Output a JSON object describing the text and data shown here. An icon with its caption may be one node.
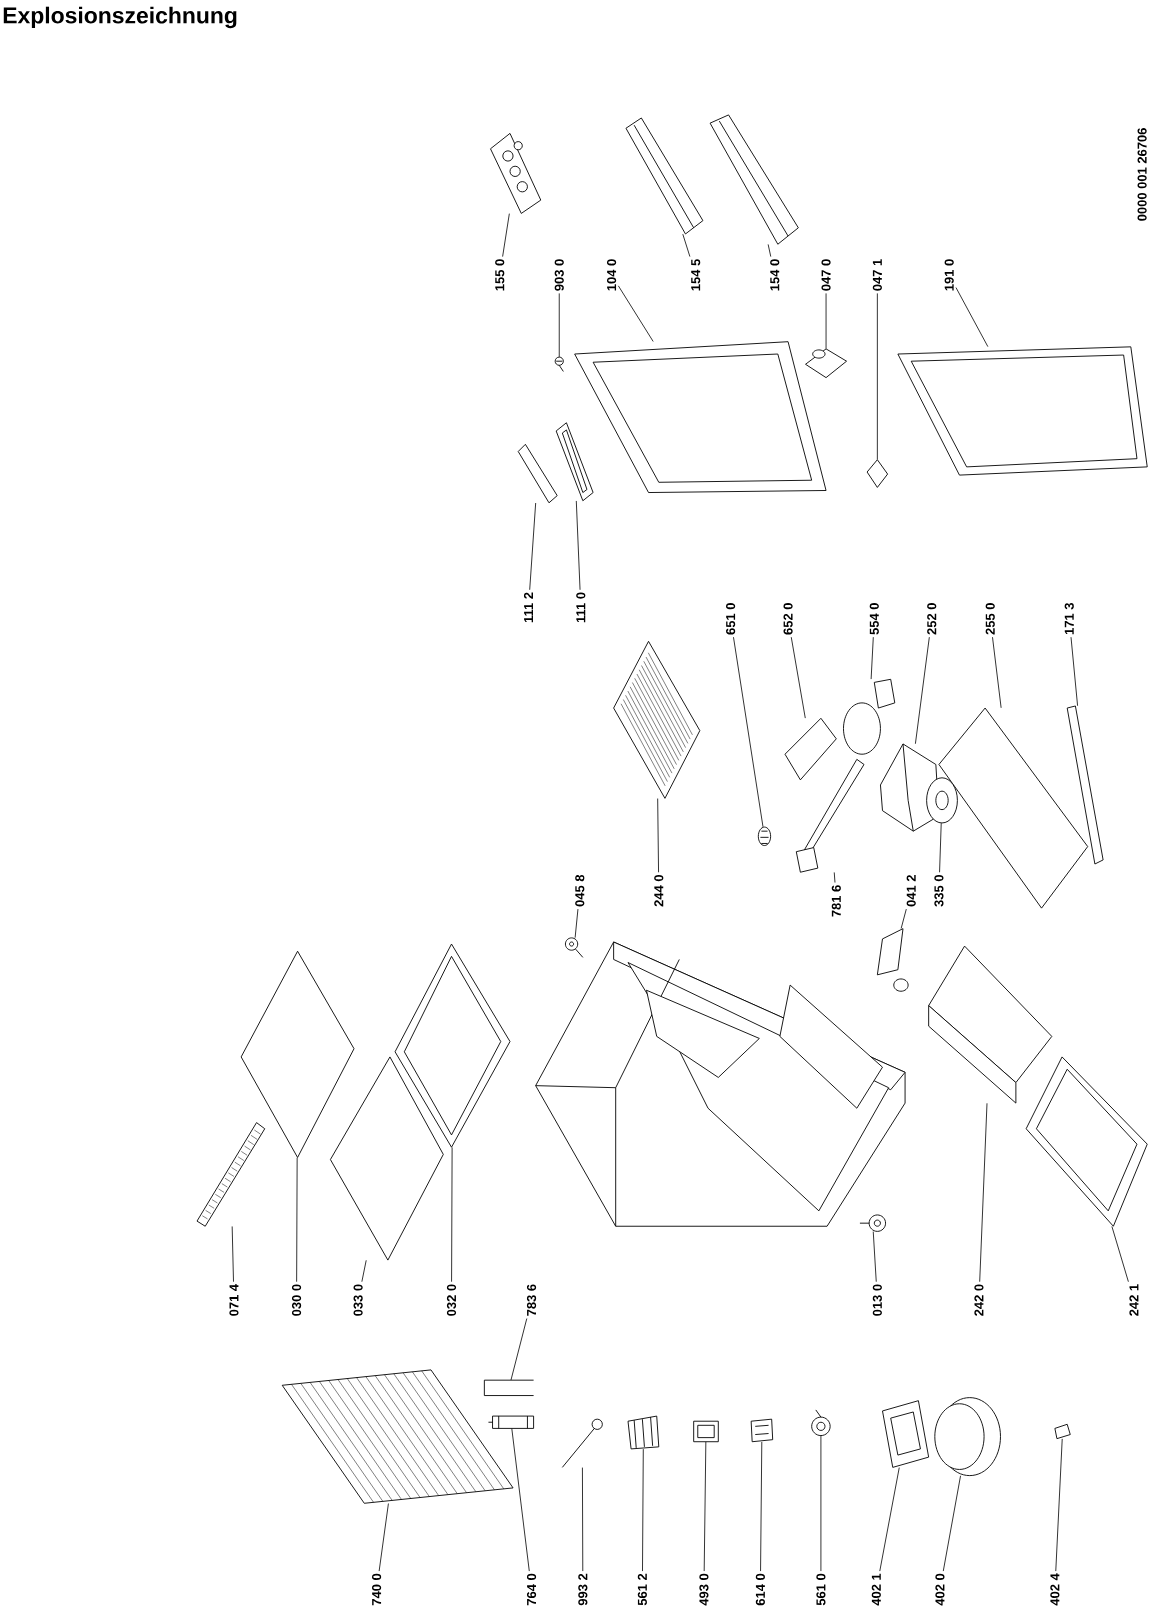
{
  "diagram": {
    "title": "Explosionszeichnung",
    "nodes": [
      {
        "text": [
          "155 0"
        ]
      },
      {
        "text": [],
        "shape": "picture"
      },
      {
        "text": [
          "903 0"
        ]
      },
      {
        "text": [],
        "shape": "picture"
      },
      {
        "text": [
          "104 0"
        ]
      },
      {
        "text": [],
        "shape": "picture"
      },
      {
        "text": [
          "154 5"
        ]
      },
      {
        "text": [],
        "shape": "picture"
      },
      {
        "text": [
          "154 0"
        ]
      },
      {
        "text": [],
        "shape": "picture"
      },
      {
        "text": [
          "047 0"
        ]
      },
      {
        "text": [],
        "shape": "picture"
      },
      {
        "text": [
          "047 1"
        ]
      },
      {
        "text": [],
        "shape": "picture"
      },
      {
        "text": [
          "191 0"
        ]
      },
      {
        "text": [],
        "shape": "picture"
      },
      {
        "text": [
          "111 2"
        ]
      },
      {
        "text": [],
        "shape": "picture"
      },
      {
        "text": [
          "111 0"
        ]
      },
      {
        "text": [],
        "shape": "picture"
      },
      {
        "text": [
          "651 0"
        ]
      },
      {
        "text": [],
        "shape": "picture"
      },
      {
        "text": [
          "652 0"
        ]
      },
      {
        "text": [],
        "shape": "picture"
      },
      {
        "text": [
          "554 0"
        ]
      },
      {
        "text": [],
        "shape": "picture"
      },
      {
        "text": [
          "252 0"
        ]
      },
      {
        "text": [],
        "shape": "picture"
      },
      {
        "text": [
          "255 0"
        ]
      },
      {
        "text": [],
        "shape": "picture"
      },
      {
        "text": [
          "171 3"
        ]
      },
      {
        "text": [],
        "shape": "picture"
      },
      {
        "text": [
          "045 8"
        ]
      },
      {
        "text": [],
        "shape": "picture"
      },
      {
        "text": [
          "244 0"
        ]
      },
      {
        "text": [],
        "shape": "picture"
      },
      {
        "text": [
          "781 6"
        ]
      },
      {
        "text": [],
        "shape": "picture"
      },
      {
        "text": [
          "041 2"
        ]
      },
      {
        "text": [],
        "shape": "picture"
      },
      {
        "text": [
          "335 0"
        ]
      },
      {
        "text": [],
        "shape": "picture"
      },
      {
        "text": [
          "071 4"
        ]
      },
      {
        "text": [],
        "shape": "picture"
      },
      {
        "text": [
          "030 0"
        ]
      },
      {
        "text": [],
        "shape": "picture"
      },
      {
        "text": [
          "033 0"
        ]
      },
      {
        "text": [],
        "shape": "picture"
      },
      {
        "text": [
          "032 0"
        ]
      },
      {
        "text": [],
        "shape": "picture"
      },
      {
        "text": [
          "783 6"
        ]
      },
      {
        "text": [],
        "shape": "picture"
      },
      {
        "text": [
          "013 0"
        ]
      },
      {
        "text": [],
        "shape": "picture"
      },
      {
        "text": [
          "242 0"
        ]
      },
      {
        "text": [],
        "shape": "picture"
      },
      {
        "text": [
          "242 1"
        ]
      },
      {
        "text": [],
        "shape": "picture"
      },
      {
        "text": [
          "740 0"
        ]
      },
      {
        "text": [],
        "shape": "picture"
      },
      {
        "text": [
          "764 0"
        ]
      },
      {
        "text": [],
        "shape": "picture"
      },
      {
        "text": [
          "993 2"
        ]
      },
      {
        "text": [],
        "shape": "picture"
      },
      {
        "text": [
          "561 2"
        ]
      },
      {
        "text": [],
        "shape": "picture"
      },
      {
        "text": [
          "493 0"
        ]
      },
      {
        "text": [],
        "shape": "picture"
      },
      {
        "text": [
          "614 0"
        ]
      },
      {
        "text": [],
        "shape": "picture"
      },
      {
        "text": [
          "561 0"
        ]
      },
      {
        "text": [],
        "shape": "picture"
      },
      {
        "text": [
          "402 1"
        ]
      },
      {
        "text": [],
        "shape": "picture"
      },
      {
        "text": [
          "402 0"
        ]
      },
      {
        "text": [],
        "shape": "picture"
      },
      {
        "text": [
          "402 4"
        ]
      },
      {
        "text": [],
        "shape": "picture"
      }
    ],
    "edges": [
      {
        "from": 0,
        "to": 1,
        "arrow": "none"
      },
      {
        "from": 2,
        "to": 3,
        "arrow": "none"
      },
      {
        "from": 4,
        "to": 5,
        "arrow": "none"
      },
      {
        "from": 6,
        "to": 7,
        "arrow": "none"
      },
      {
        "from": 8,
        "to": 9,
        "arrow": "none"
      },
      {
        "from": 10,
        "to": 11,
        "arrow": "none"
      },
      {
        "from": 12,
        "to": 13,
        "arrow": "none"
      },
      {
        "from": 14,
        "to": 15,
        "arrow": "none"
      },
      {
        "from": 16,
        "to": 17,
        "arrow": "none"
      },
      {
        "from": 18,
        "to": 19,
        "arrow": "none"
      },
      {
        "from": 20,
        "to": 21,
        "arrow": "none"
      },
      {
        "from": 22,
        "to": 23,
        "arrow": "none"
      },
      {
        "from": 24,
        "to": 25,
        "arrow": "none"
      },
      {
        "from": 26,
        "to": 27,
        "arrow": "none"
      },
      {
        "from": 28,
        "to": 29,
        "arrow": "none"
      },
      {
        "from": 30,
        "to": 31,
        "arrow": "none"
      },
      {
        "from": 32,
        "to": 33,
        "arrow": "none"
      },
      {
        "from": 34,
        "to": 35,
        "arrow": "none"
      },
      {
        "from": 36,
        "to": 37,
        "arrow": "none"
      },
      {
        "from": 38,
        "to": 39,
        "arrow": "none"
      },
      {
        "from": 40,
        "to": 41,
        "arrow": "none"
      },
      {
        "from": 42,
        "to": 43,
        "arrow": "none"
      },
      {
        "from": 44,
        "to": 45,
        "arrow": "none"
      },
      {
        "from": 46,
        "to": 47,
        "arrow": "none"
      },
      {
        "from": 48,
        "to": 49,
        "arrow": "none"
      },
      {
        "from": 50,
        "to": 51,
        "arrow": "none"
      },
      {
        "from": 52,
        "to": 53,
        "arrow": "none"
      },
      {
        "from": 54,
        "to": 55,
        "arrow": "none"
      },
      {
        "from": 56,
        "to": 57,
        "arrow": "none"
      },
      {
        "from": 58,
        "to": 59,
        "arrow": "none"
      },
      {
        "from": 60,
        "to": 61,
        "arrow": "none"
      },
      {
        "from": 62,
        "to": 63,
        "arrow": "none"
      },
      {
        "from": 64,
        "to": 65,
        "arrow": "none"
      },
      {
        "from": 66,
        "to": 67,
        "arrow": "none"
      },
      {
        "from": 68,
        "to": 69,
        "arrow": "none"
      },
      {
        "from": 70,
        "to": 71,
        "arrow": "none"
      },
      {
        "from": 72,
        "to": 73,
        "arrow": "none"
      },
      {
        "from": 74,
        "to": 75,
        "arrow": "none"
      },
      {
        "from": 76,
        "to": 77,
        "arrow": "none"
      }
    ],
    "labels": [
      "0000 001 26706"
    ]
  }
}
